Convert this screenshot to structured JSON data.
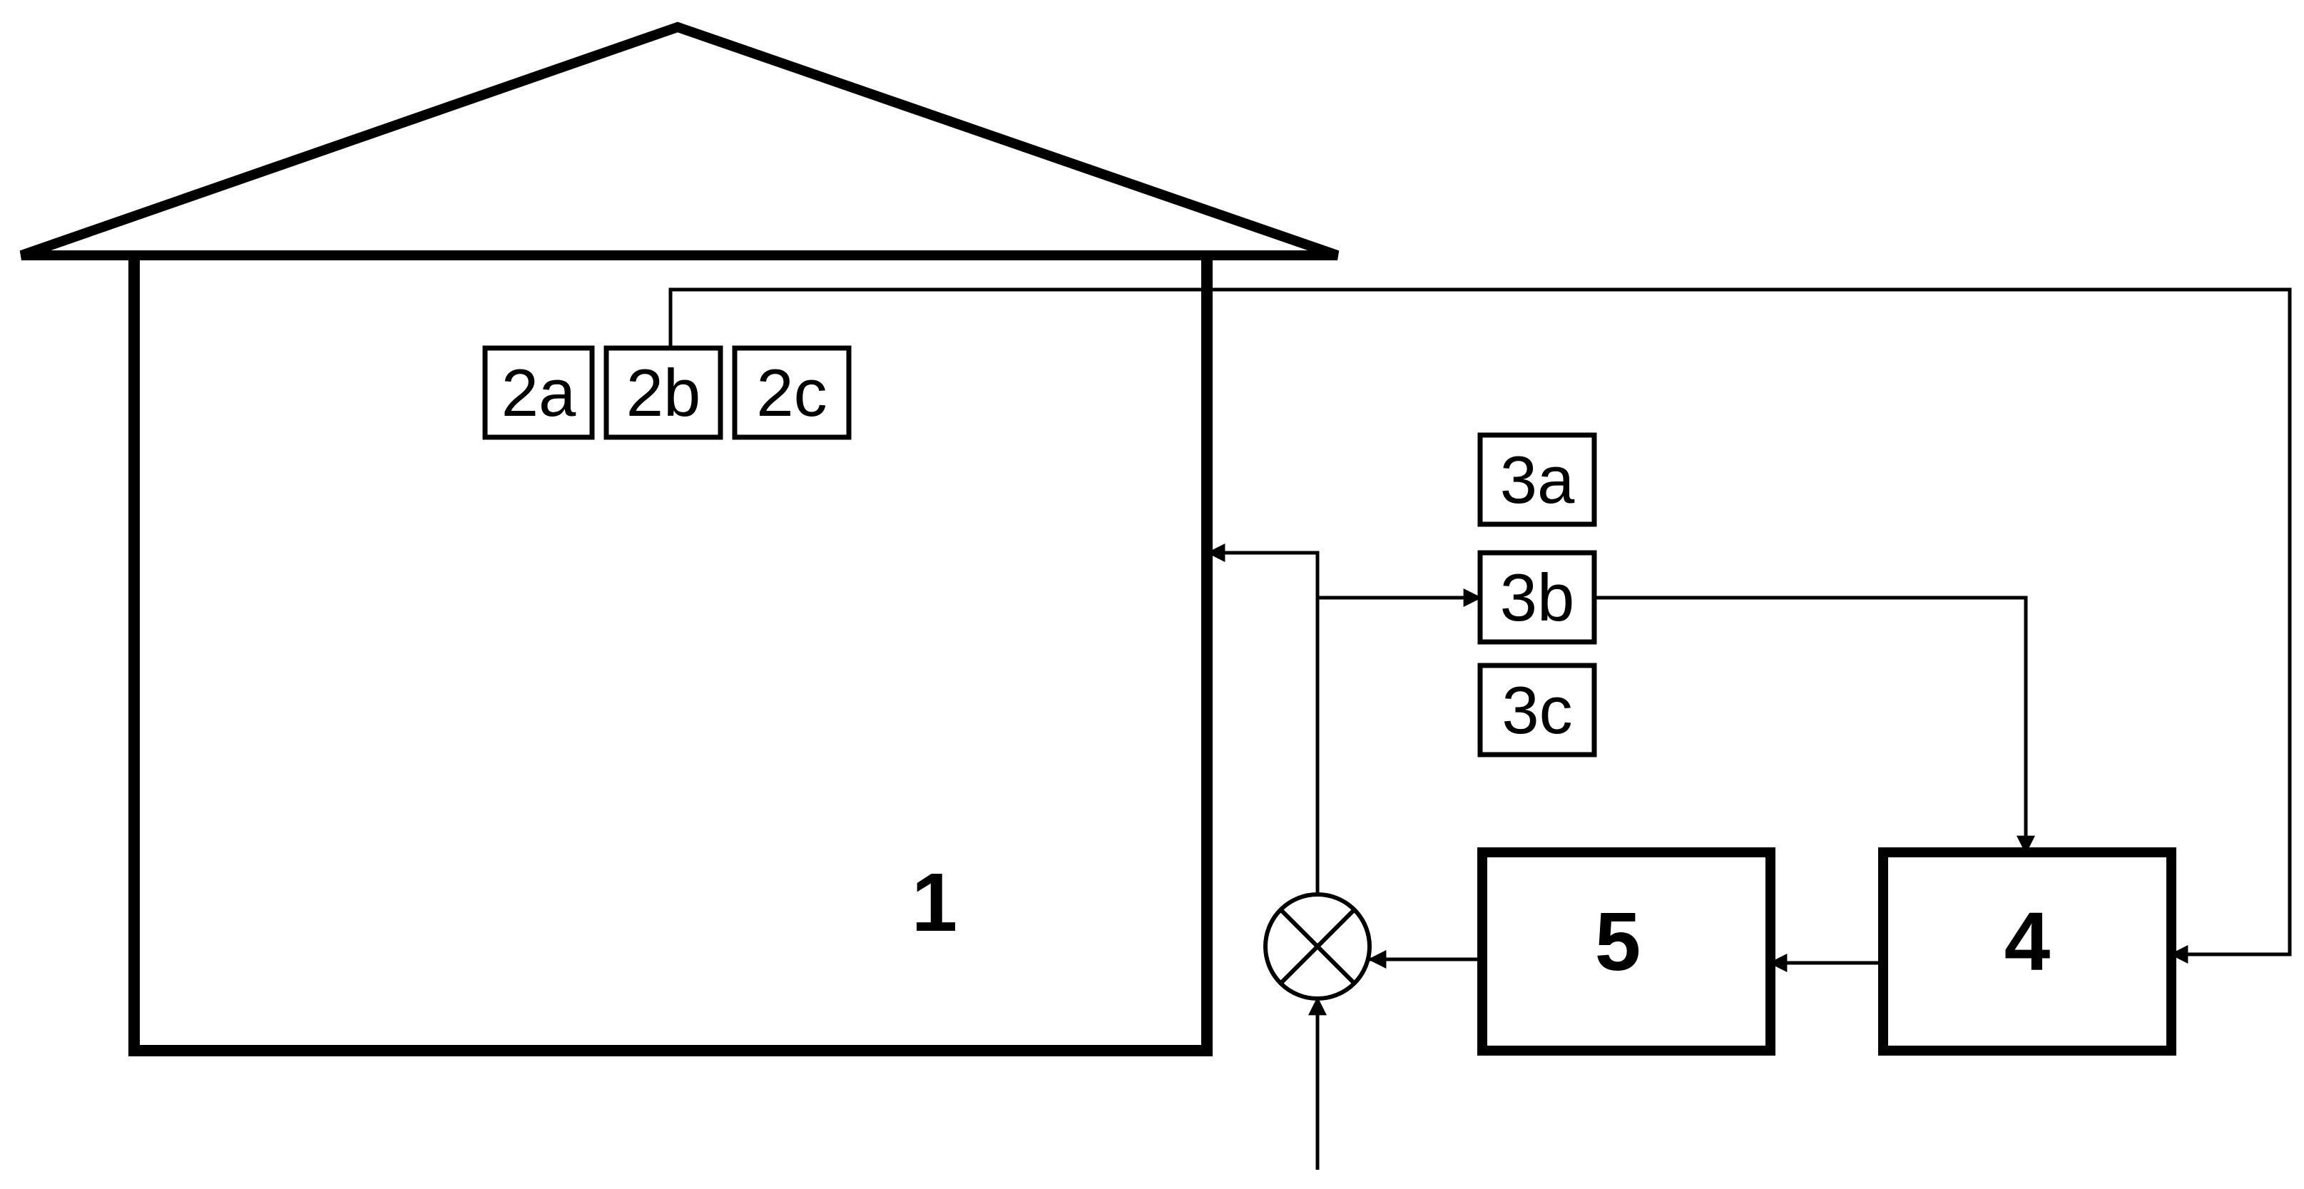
{
  "building": {
    "label": "1"
  },
  "sensors_inside": [
    {
      "label": "2a"
    },
    {
      "label": "2b"
    },
    {
      "label": "2c"
    }
  ],
  "sensors_outside": [
    {
      "label": "3a"
    },
    {
      "label": "3b"
    },
    {
      "label": "3c"
    }
  ],
  "blocks": {
    "block4": {
      "label": "4"
    },
    "block5": {
      "label": "5"
    }
  },
  "colors": {
    "line": "#000000",
    "background": "#ffffff"
  }
}
